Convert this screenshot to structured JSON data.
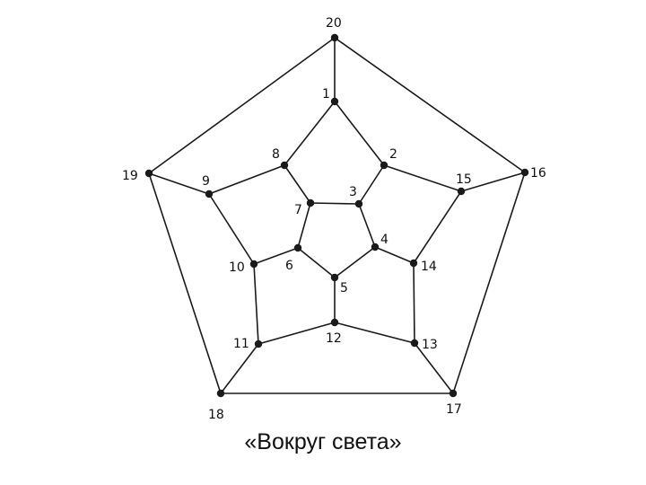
{
  "caption": "«Вокруг света»",
  "graph": {
    "nodes": [
      {
        "id": "20",
        "label": "20"
      },
      {
        "id": "1",
        "label": "1"
      },
      {
        "id": "2",
        "label": "2"
      },
      {
        "id": "3",
        "label": "3"
      },
      {
        "id": "4",
        "label": "4"
      },
      {
        "id": "5",
        "label": "5"
      },
      {
        "id": "6",
        "label": "6"
      },
      {
        "id": "7",
        "label": "7"
      },
      {
        "id": "8",
        "label": "8"
      },
      {
        "id": "9",
        "label": "9"
      },
      {
        "id": "10",
        "label": "10"
      },
      {
        "id": "11",
        "label": "11"
      },
      {
        "id": "12",
        "label": "12"
      },
      {
        "id": "13",
        "label": "13"
      },
      {
        "id": "14",
        "label": "14"
      },
      {
        "id": "15",
        "label": "15"
      },
      {
        "id": "16",
        "label": "16"
      },
      {
        "id": "17",
        "label": "17"
      },
      {
        "id": "18",
        "label": "18"
      },
      {
        "id": "19",
        "label": "19"
      }
    ],
    "edges": [
      [
        "20",
        "16"
      ],
      [
        "16",
        "17"
      ],
      [
        "17",
        "18"
      ],
      [
        "18",
        "19"
      ],
      [
        "19",
        "20"
      ],
      [
        "20",
        "1"
      ],
      [
        "16",
        "15"
      ],
      [
        "17",
        "13"
      ],
      [
        "18",
        "11"
      ],
      [
        "19",
        "9"
      ],
      [
        "1",
        "2"
      ],
      [
        "2",
        "15"
      ],
      [
        "15",
        "14"
      ],
      [
        "14",
        "13"
      ],
      [
        "13",
        "12"
      ],
      [
        "12",
        "11"
      ],
      [
        "11",
        "10"
      ],
      [
        "10",
        "9"
      ],
      [
        "9",
        "8"
      ],
      [
        "8",
        "1"
      ],
      [
        "2",
        "3"
      ],
      [
        "14",
        "4"
      ],
      [
        "12",
        "5"
      ],
      [
        "10",
        "6"
      ],
      [
        "8",
        "7"
      ],
      [
        "3",
        "4"
      ],
      [
        "4",
        "5"
      ],
      [
        "5",
        "6"
      ],
      [
        "6",
        "7"
      ],
      [
        "7",
        "3"
      ]
    ]
  }
}
